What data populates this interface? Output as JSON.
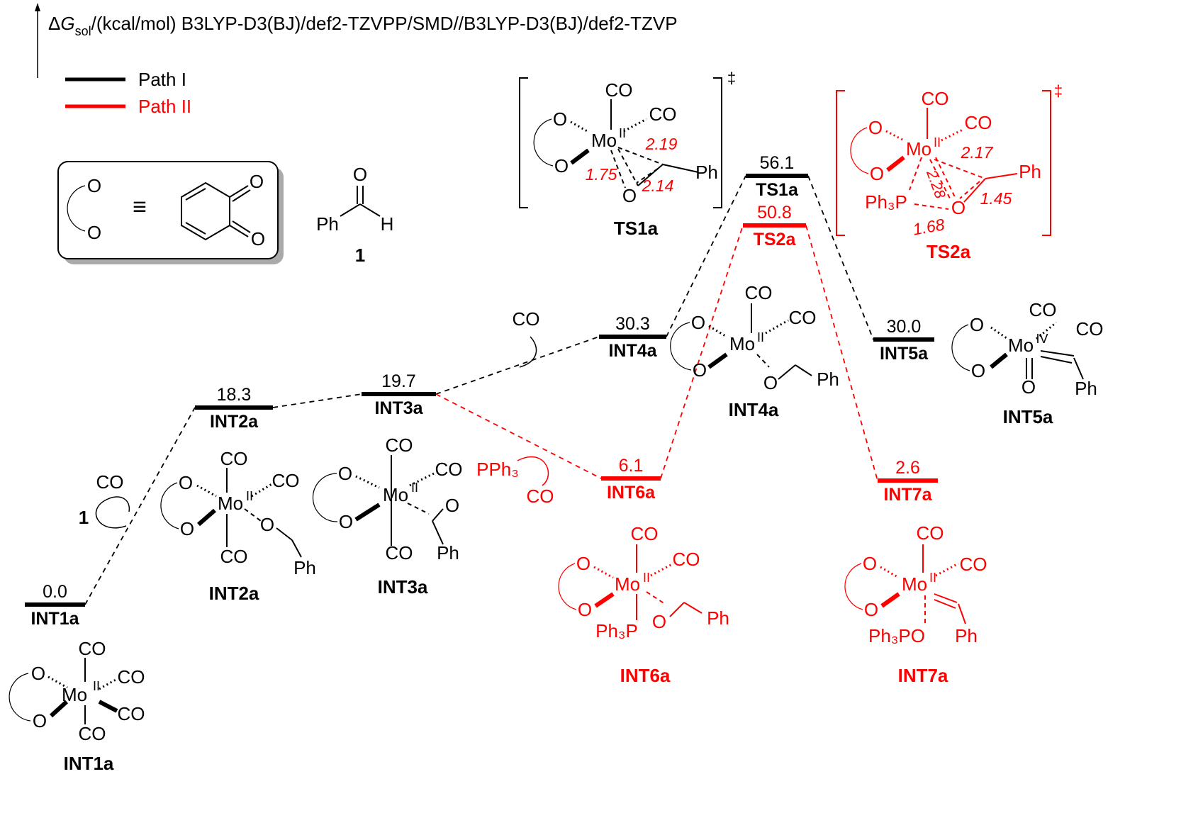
{
  "axis": {
    "delta": "Δ",
    "g": "G",
    "sub": "sol",
    "rest": "/(kcal/mol) B3LYP-D3(BJ)/def2-TZVPP/SMD//B3LYP-D3(BJ)/def2-TZVP"
  },
  "legend": {
    "path1": "Path I",
    "path2": "Path II"
  },
  "colors": {
    "path1": "#000000",
    "path2": "#ff0000"
  },
  "levels": [
    {
      "name": "INT1a",
      "energy": "0.0",
      "path": "I"
    },
    {
      "name": "INT2a",
      "energy": "18.3",
      "path": "I"
    },
    {
      "name": "INT3a",
      "energy": "19.7",
      "path": "I"
    },
    {
      "name": "INT4a",
      "energy": "30.3",
      "path": "I"
    },
    {
      "name": "TS1a",
      "energy": "56.1",
      "path": "I"
    },
    {
      "name": "INT5a",
      "energy": "30.0",
      "path": "I"
    },
    {
      "name": "INT6a",
      "energy": "6.1",
      "path": "II"
    },
    {
      "name": "TS2a",
      "energy": "50.8",
      "path": "II"
    },
    {
      "name": "INT7a",
      "energy": "2.6",
      "path": "II"
    }
  ],
  "atoms": {
    "CO": "CO",
    "O": "O",
    "Mo": "Mo",
    "II": "II",
    "IV": "IV",
    "Ph": "Ph",
    "H": "H",
    "Ph3P": "Ph₃P",
    "Ph3PO": "Ph₃PO",
    "PPh3": "PPh₃",
    "one": "1",
    "equiv": "≡",
    "dagger": "‡"
  },
  "distances": {
    "ts1_a": "2.19",
    "ts1_b": "1.75",
    "ts1_c": "2.14",
    "ts2_a": "2.17",
    "ts2_b": "2.28",
    "ts2_c": "1.45",
    "ts2_d": "1.68"
  }
}
